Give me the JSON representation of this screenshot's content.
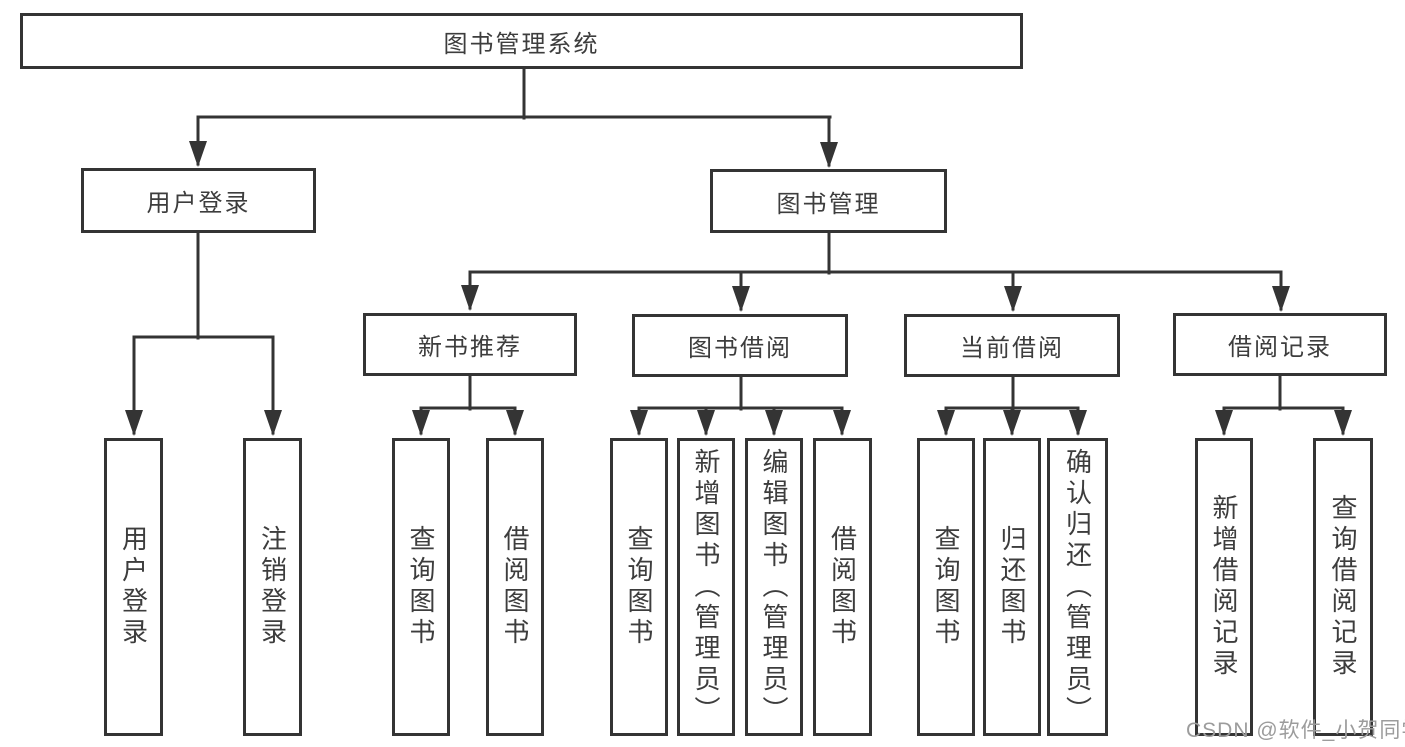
{
  "tree": {
    "root": {
      "label": "图书管理系统"
    },
    "children": [
      {
        "label": "用户登录",
        "children": [
          {
            "label": "用户登录"
          },
          {
            "label": "注销登录"
          }
        ]
      },
      {
        "label": "图书管理",
        "children": [
          {
            "label": "新书推荐",
            "children": [
              {
                "label": "查询图书"
              },
              {
                "label": "借阅图书"
              }
            ]
          },
          {
            "label": "图书借阅",
            "children": [
              {
                "label": "查询图书"
              },
              {
                "label": "新增图书（管理员）"
              },
              {
                "label": "编辑图书（管理员）"
              },
              {
                "label": "借阅图书"
              }
            ]
          },
          {
            "label": "当前借阅",
            "children": [
              {
                "label": "查询图书"
              },
              {
                "label": "归还图书"
              },
              {
                "label": "确认归还（管理员）"
              }
            ]
          },
          {
            "label": "借阅记录",
            "children": [
              {
                "label": "新增借阅记录"
              },
              {
                "label": "查询借阅记录"
              }
            ]
          }
        ]
      }
    ]
  },
  "watermark": {
    "text": "CSDN @软件_小贺同学"
  },
  "theme": {
    "line_color": "#343434",
    "text_color": "#3d3d3d",
    "watermark_color": "#9c9c9c",
    "bg_color": "#ffffff"
  }
}
